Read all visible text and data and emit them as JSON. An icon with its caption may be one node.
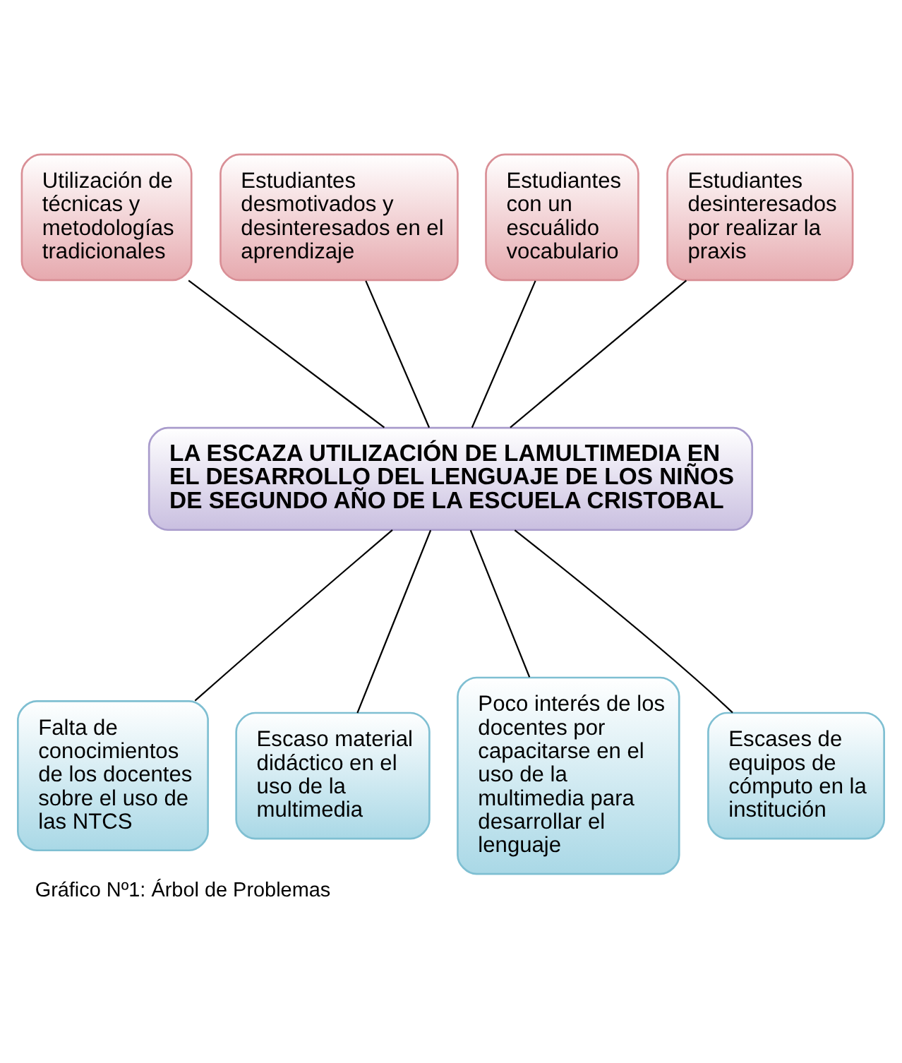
{
  "diagram": {
    "caption": "Gráfico Nº1: Árbol de Problemas",
    "nodes": [
      {
        "text": [
          "Utilización de técnicas y metodologías tradicionales"
        ]
      },
      {
        "text": [
          "Estudiantes desmotivados y desinteresados en el aprendizaje"
        ]
      },
      {
        "text": [
          "Estudiantes con un escuálido vocabulario"
        ]
      },
      {
        "text": [
          "Estudiantes desinteresados por realizar la praxis"
        ]
      },
      {
        "text": [
          "LA ESCAZA UTILIZACIÓN DE LAMULTIMEDIA EN EL DESARROLLO DEL LENGUAJE DE LOS NIÑOS DE SEGUNDO AÑO DE LA ESCUELA CRISTOBAL"
        ]
      },
      {
        "text": [
          "Falta de conocimientos de los docentes sobre el uso de las NTCS"
        ]
      },
      {
        "text": [
          "Escaso material didáctico en el uso de la multimedia"
        ]
      },
      {
        "text": [
          "Poco interés de los docentes por capacitarse en el uso de la multimedia para desarrollar el lenguaje"
        ]
      },
      {
        "text": [
          "Escases de equipos de cómputo en la institución"
        ]
      }
    ],
    "edges": [
      {
        "from": 0,
        "to": 4,
        "arrow": "none"
      },
      {
        "from": 1,
        "to": 4,
        "arrow": "none"
      },
      {
        "from": 2,
        "to": 4,
        "arrow": "none"
      },
      {
        "from": 3,
        "to": 4,
        "arrow": "none"
      },
      {
        "from": 4,
        "to": 5,
        "arrow": "none"
      },
      {
        "from": 4,
        "to": 6,
        "arrow": "none"
      },
      {
        "from": 4,
        "to": 7,
        "arrow": "none"
      },
      {
        "from": 4,
        "to": 8,
        "arrow": "none"
      }
    ]
  }
}
